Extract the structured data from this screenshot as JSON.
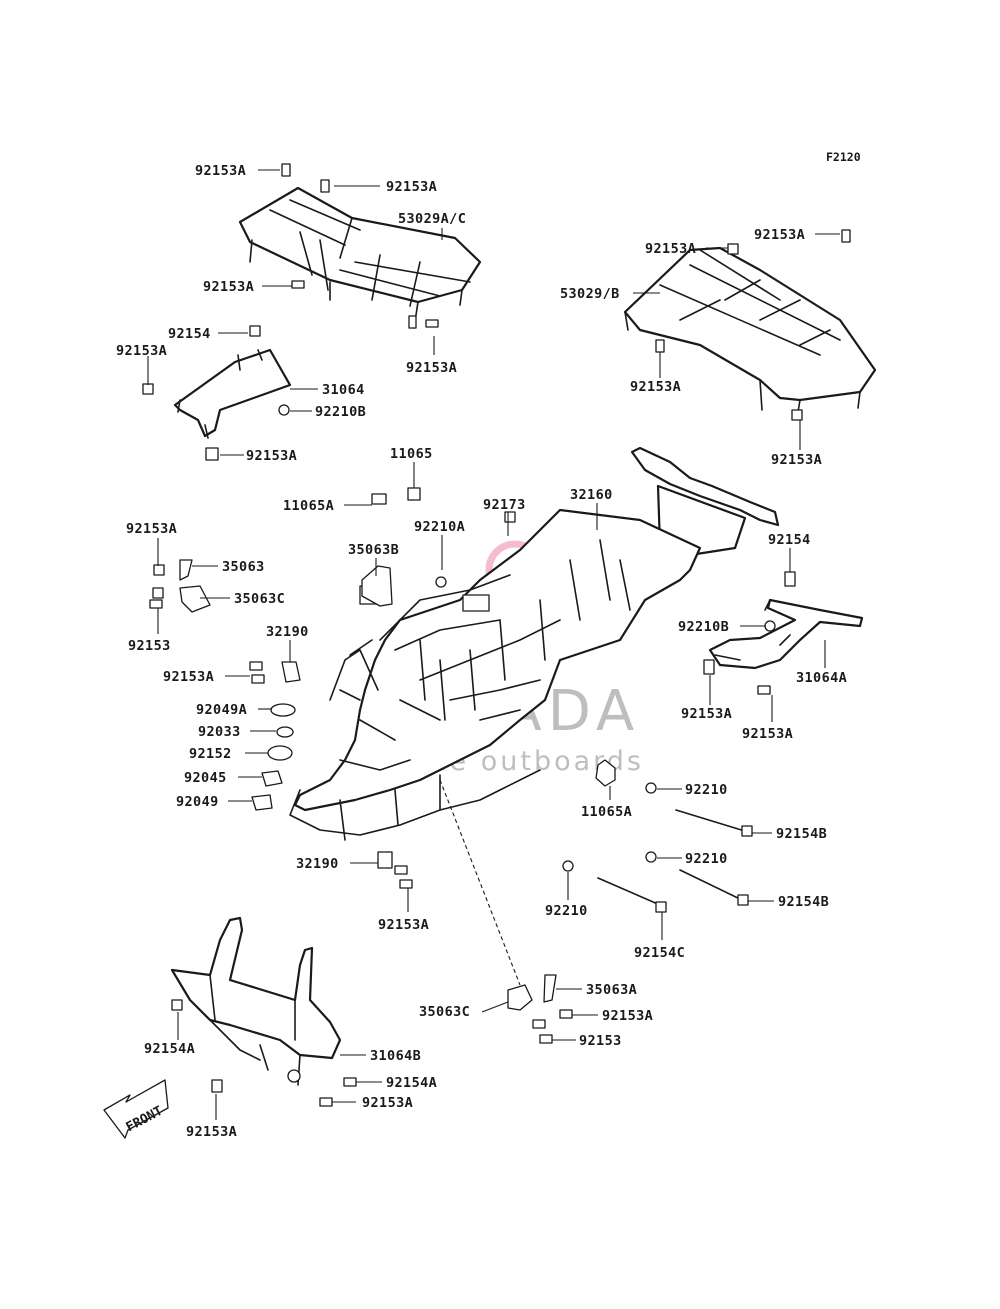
{
  "diagram_ref": "F2120",
  "direction_label": "FRONT",
  "watermark": {
    "brand": "ARMADA",
    "tagline": "marine outboards",
    "logo_color": "#f4a9c6"
  },
  "part_labels": [
    "92153A",
    "92153A",
    "53029A/C",
    "92153A",
    "92153A",
    "92154",
    "92153A",
    "31064",
    "92210B",
    "92153A",
    "92153A",
    "92153A",
    "53029/B",
    "92153A",
    "92153A",
    "11065",
    "11065A",
    "92210A",
    "92173",
    "32160",
    "92153A",
    "35063",
    "35063C",
    "92153",
    "35063B",
    "92154",
    "92210B",
    "31064A",
    "92153A",
    "92153A",
    "32190",
    "92153A",
    "92049A",
    "92033",
    "92152",
    "92045",
    "92049",
    "11065A",
    "92210",
    "92154B",
    "92210",
    "92154B",
    "92210",
    "92154C",
    "32190",
    "92153A",
    "35063A",
    "35063C",
    "92153A",
    "92153",
    "31064B",
    "92154A",
    "92154A",
    "92153A",
    "92153A"
  ]
}
